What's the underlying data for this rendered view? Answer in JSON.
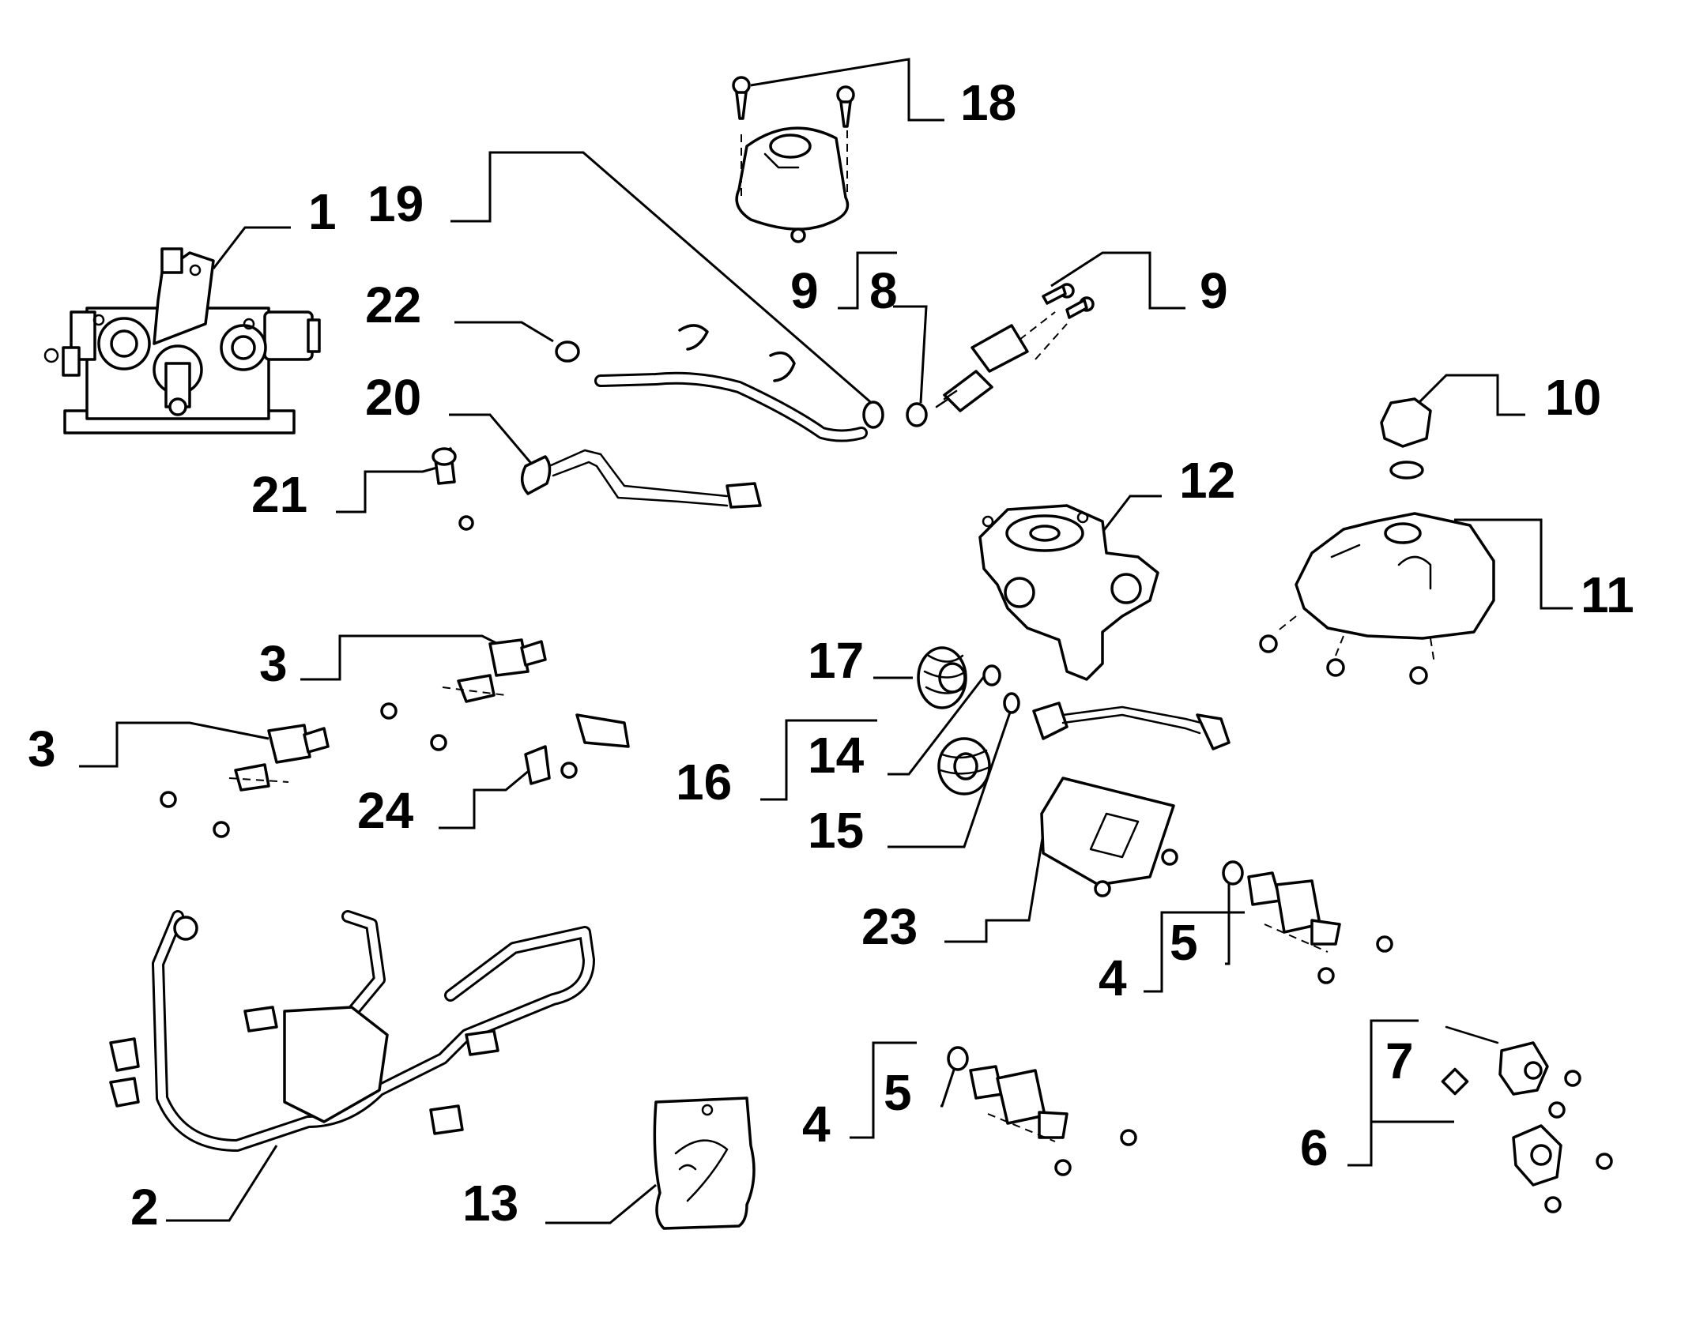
{
  "callouts": [
    {
      "id": "c1",
      "label": "1"
    },
    {
      "id": "c2",
      "label": "2"
    },
    {
      "id": "c3a",
      "label": "3"
    },
    {
      "id": "c3b",
      "label": "3"
    },
    {
      "id": "c4a",
      "label": "4"
    },
    {
      "id": "c4b",
      "label": "4"
    },
    {
      "id": "c5a",
      "label": "5"
    },
    {
      "id": "c5b",
      "label": "5"
    },
    {
      "id": "c6",
      "label": "6"
    },
    {
      "id": "c7",
      "label": "7"
    },
    {
      "id": "c8",
      "label": "8"
    },
    {
      "id": "c9a",
      "label": "9"
    },
    {
      "id": "c9b",
      "label": "9"
    },
    {
      "id": "c10",
      "label": "10"
    },
    {
      "id": "c11",
      "label": "11"
    },
    {
      "id": "c12",
      "label": "12"
    },
    {
      "id": "c13",
      "label": "13"
    },
    {
      "id": "c14",
      "label": "14"
    },
    {
      "id": "c15",
      "label": "15"
    },
    {
      "id": "c16",
      "label": "16"
    },
    {
      "id": "c17",
      "label": "17"
    },
    {
      "id": "c18",
      "label": "18"
    },
    {
      "id": "c19",
      "label": "19"
    },
    {
      "id": "c20",
      "label": "20"
    },
    {
      "id": "c21",
      "label": "21"
    },
    {
      "id": "c22",
      "label": "22"
    },
    {
      "id": "c23",
      "label": "23"
    },
    {
      "id": "c24",
      "label": "24"
    }
  ]
}
